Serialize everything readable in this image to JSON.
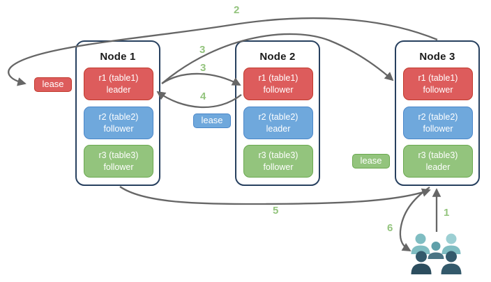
{
  "nodes": [
    {
      "title": "Node 1",
      "replicas": [
        {
          "name": "r1 (table1)",
          "role": "leader",
          "color": "red"
        },
        {
          "name": "r2 (table2)",
          "role": "follower",
          "color": "blue"
        },
        {
          "name": "r3 (table3)",
          "role": "follower",
          "color": "green"
        }
      ]
    },
    {
      "title": "Node 2",
      "replicas": [
        {
          "name": "r1 (table1)",
          "role": "follower",
          "color": "red"
        },
        {
          "name": "r2 (table2)",
          "role": "leader",
          "color": "blue"
        },
        {
          "name": "r3 (table3)",
          "role": "follower",
          "color": "green"
        }
      ]
    },
    {
      "title": "Node 3",
      "replicas": [
        {
          "name": "r1 (table1)",
          "role": "follower",
          "color": "red"
        },
        {
          "name": "r2 (table2)",
          "role": "follower",
          "color": "blue"
        },
        {
          "name": "r3 (table3)",
          "role": "leader",
          "color": "green"
        }
      ]
    }
  ],
  "leases": {
    "red": {
      "label": "lease"
    },
    "blue": {
      "label": "lease"
    },
    "green": {
      "label": "lease"
    }
  },
  "steps": {
    "s1": "1",
    "s2": "2",
    "s3_long": "3",
    "s3_short": "3",
    "s4": "4",
    "s5": "5",
    "s6": "6"
  },
  "users_icon": "group-of-users",
  "colors": {
    "node-border": "#27405f",
    "red-fill": "#dd5c5c",
    "red-border": "#c0392b",
    "blue-fill": "#6fa8dc",
    "blue-border": "#4a86c8",
    "green-fill": "#93c47d",
    "green-border": "#6aa84f",
    "arrow": "#666666",
    "step": "#93c47d",
    "users-light": "#9ccfd3",
    "users-teal": "#7fbdc2",
    "users-mid": "#5f9fa9",
    "users-slate": "#4a7484",
    "users-dark": "#2c4d5e",
    "users-dark2": "#33596b"
  }
}
